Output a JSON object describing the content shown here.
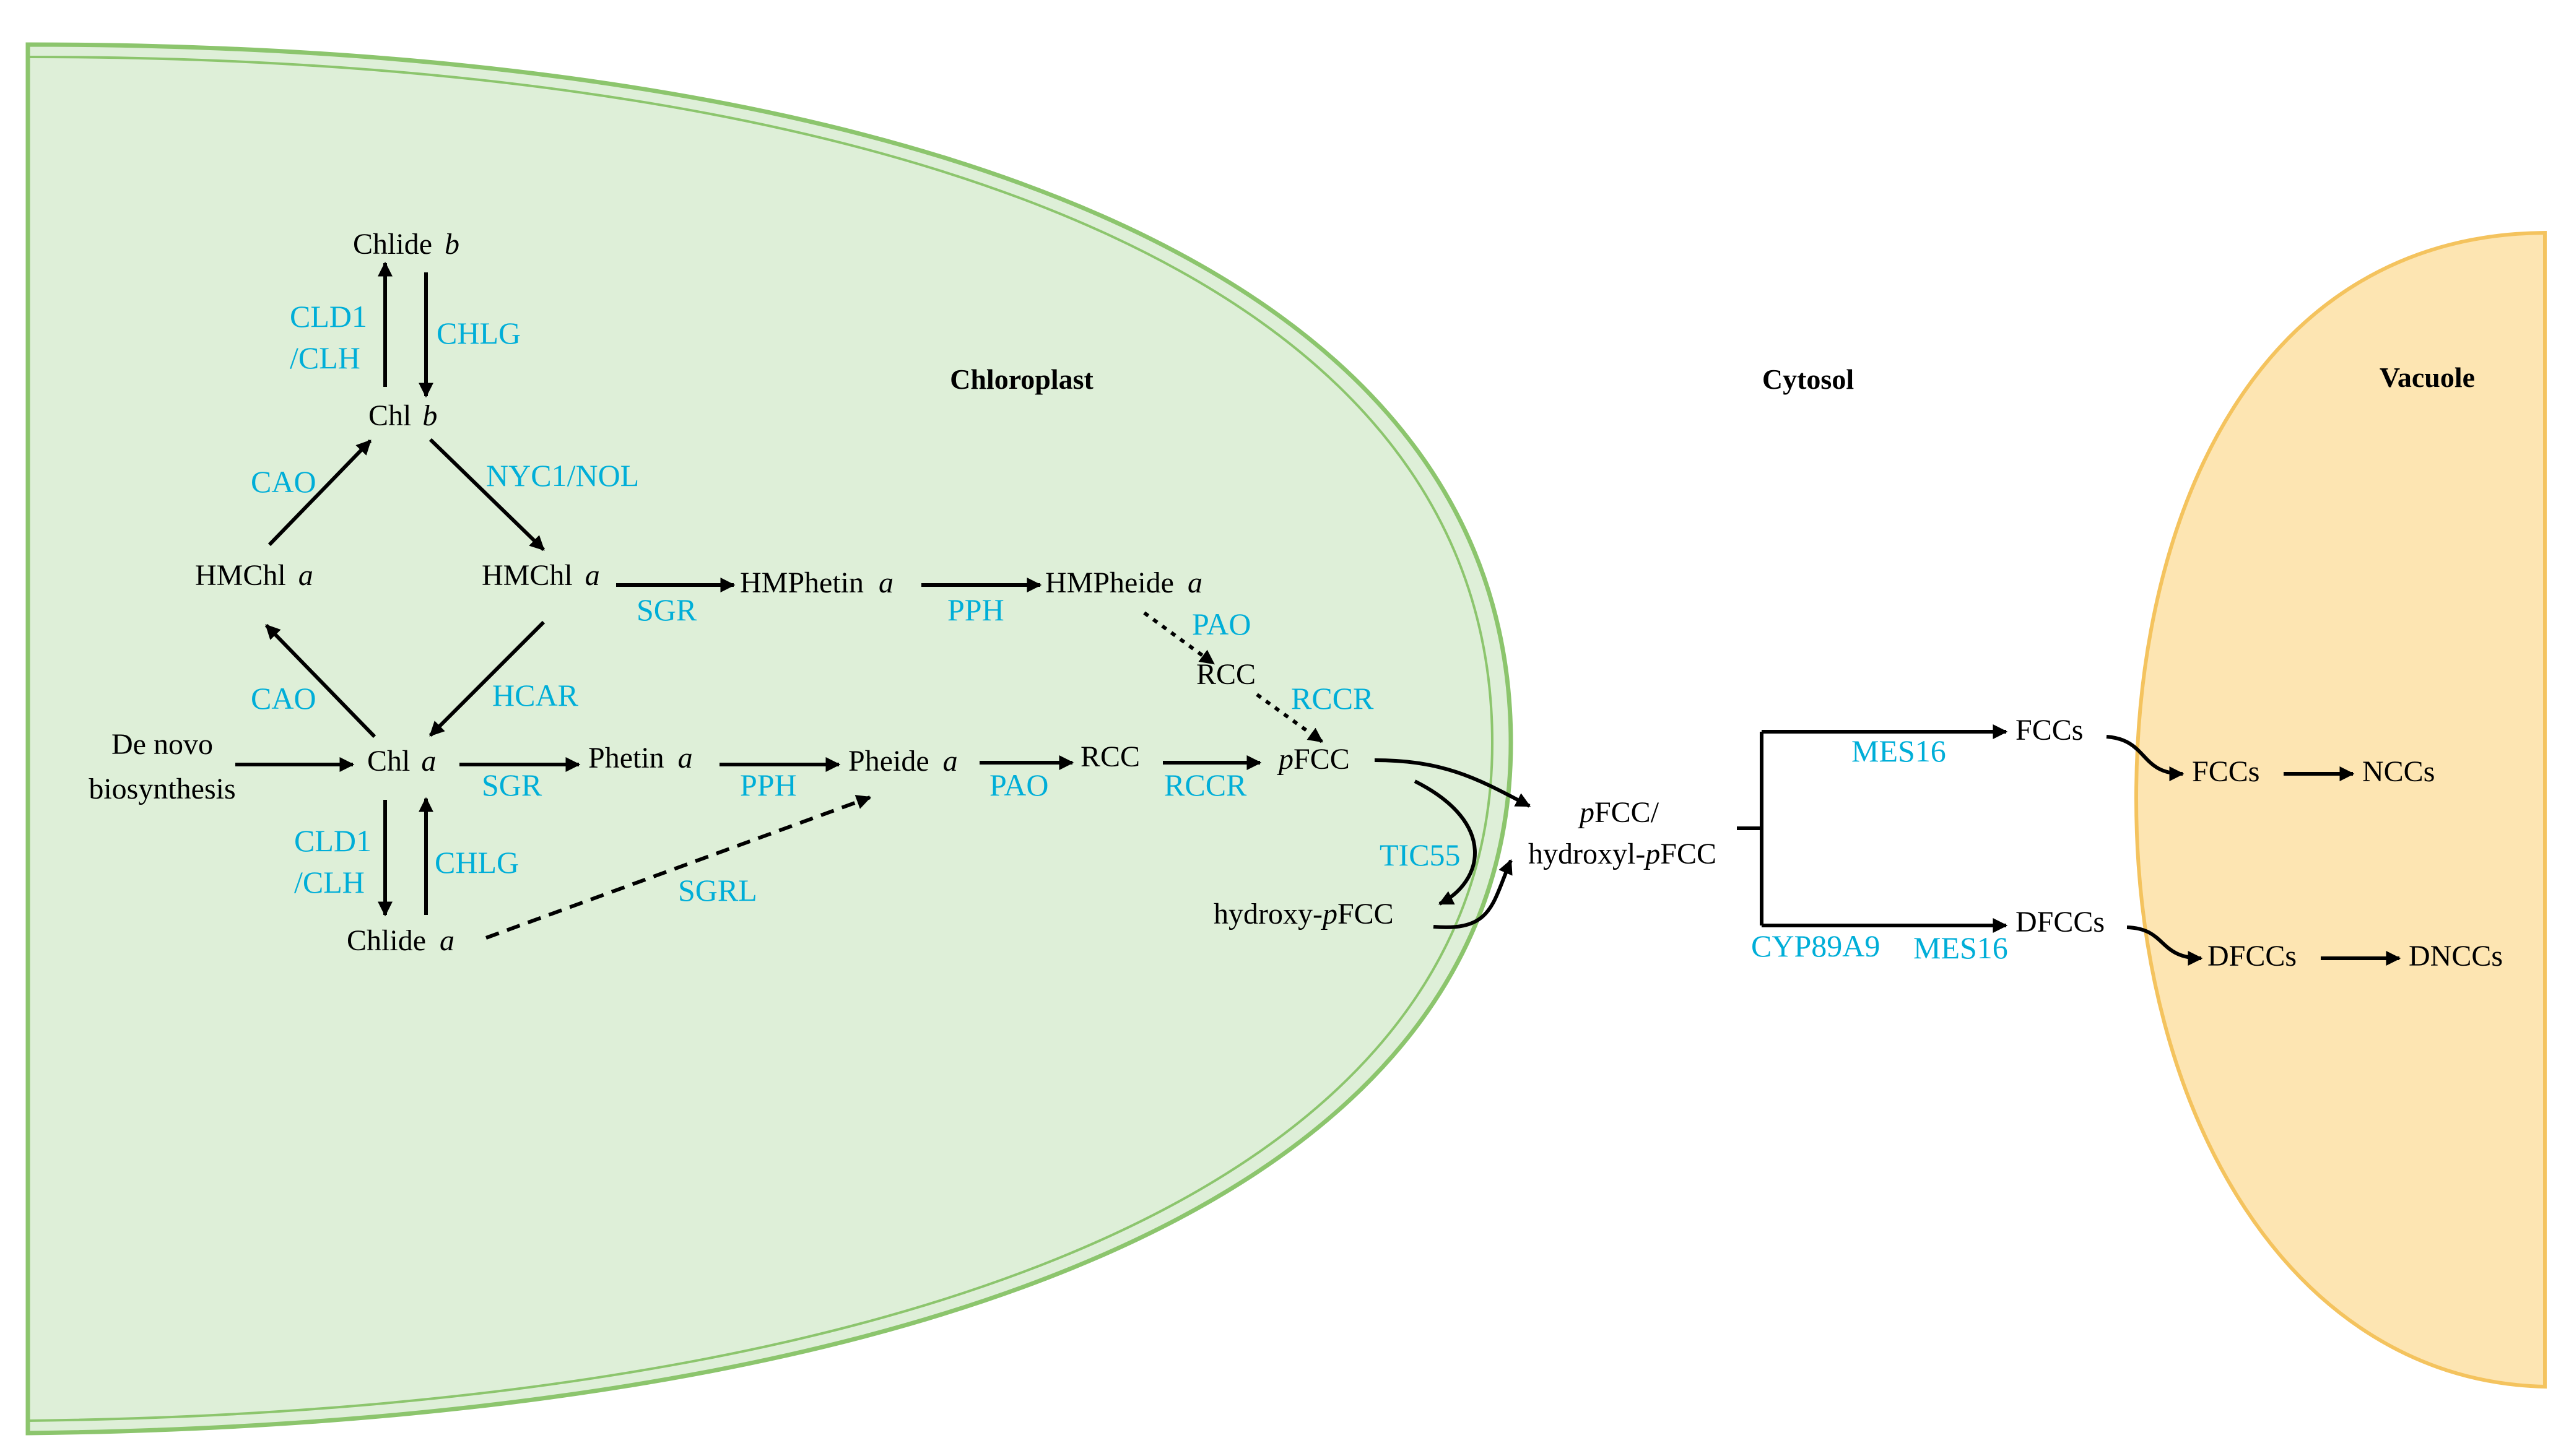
{
  "regions": {
    "chloroplast": "Chloroplast",
    "cytosol": "Cytosol",
    "vacuole": "Vacuole"
  },
  "compounds": {
    "chlide_b": "Chlide",
    "chlide_b_suffix": "b",
    "chl_b": "Chl",
    "chl_b_suffix": "b",
    "hmchl_a_left": "HMChl",
    "hmchl_a_left_suffix": "a",
    "hmchl_a_right": "HMChl",
    "hmchl_a_right_suffix": "a",
    "hmphetin_a": "HMPhetin",
    "hmphetin_a_suffix": "a",
    "hmpheide_a": "HMPheide",
    "hmpheide_a_suffix": "a",
    "rcc_upper": "RCC",
    "de_novo_line1": "De novo",
    "de_novo_line2": "biosynthesis",
    "chl_a": "Chl",
    "chl_a_suffix": "a",
    "phetin_a": "Phetin",
    "phetin_a_suffix": "a",
    "pheide_a": "Pheide",
    "pheide_a_suffix": "a",
    "rcc_lower": "RCC",
    "pfcc_prefix": "p",
    "pfcc": "FCC",
    "chlide_a": "Chlide",
    "chlide_a_suffix": "a",
    "hydroxy_pfcc_prefix": "hydroxy-",
    "hydroxy_pfcc_p": "p",
    "hydroxy_pfcc_rest": "FCC",
    "cyt_pfcc_p": "p",
    "cyt_pfcc_rest": "FCC/",
    "cyt_hydroxyl_prefix": "hydroxyl-",
    "cyt_hydroxyl_p": "p",
    "cyt_hydroxyl_rest": "FCC",
    "fccs_cytosol": "FCCs",
    "dfccs_cytosol": "DFCCs",
    "fccs_vacuole": "FCCs",
    "nccs": "NCCs",
    "dfccs_vacuole": "DFCCs",
    "dnccs": "DNCCs"
  },
  "enzymes": {
    "cld1_clh_top_1": "CLD1",
    "cld1_clh_top_2": "/CLH",
    "chlg_top": "CHLG",
    "cao_top": "CAO",
    "nyc1_nol": "NYC1/NOL",
    "sgr_top": "SGR",
    "pph_top": "PPH",
    "pao_top": "PAO",
    "rccr_top": "RCCR",
    "cao_bottom": "CAO",
    "hcar": "HCAR",
    "sgr_bottom": "SGR",
    "pph_bottom": "PPH",
    "pao_bottom": "PAO",
    "rccr_bottom": "RCCR",
    "cld1_clh_bottom_1": "CLD1",
    "cld1_clh_bottom_2": "/CLH",
    "chlg_bottom": "CHLG",
    "sgrl": "SGRL",
    "tic55": "TIC55",
    "mes16_top": "MES16",
    "cyp89a9": "CYP89A9",
    "mes16_bottom": "MES16"
  },
  "colors": {
    "chloroplast_fill": "#deefd8",
    "chloroplast_stroke": "#8cc56d",
    "vacuole_fill": "#fde5b2",
    "vacuole_stroke": "#f4c35e",
    "enzyme_text": "#00aed8",
    "arrow": "#000000"
  }
}
